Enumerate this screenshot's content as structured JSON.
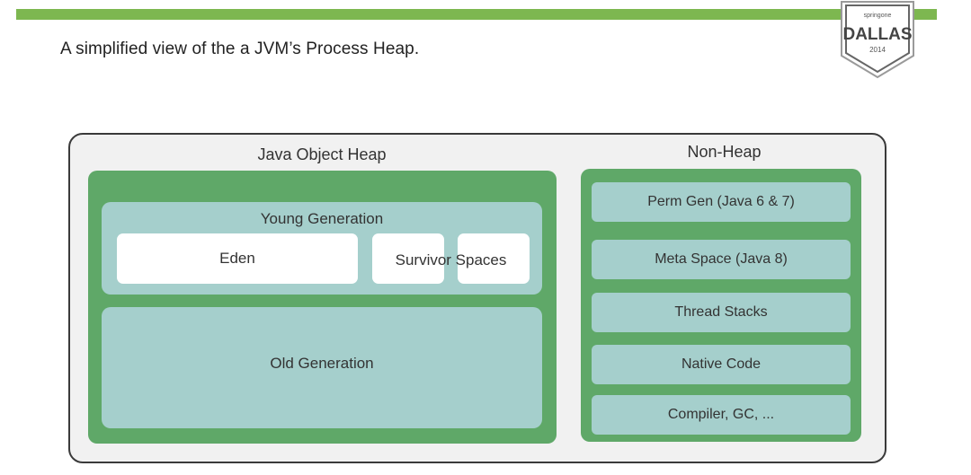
{
  "slide": {
    "title": "A simplified view of the a JVM’s Process Heap."
  },
  "badge": {
    "brand": "springone",
    "city": "DALLAS",
    "year": "2014"
  },
  "diagram": {
    "heap": {
      "title": "Java Object Heap",
      "young_generation": {
        "label": "Young Generation",
        "eden": "Eden",
        "survivor": "Survivor Spaces"
      },
      "old_generation": "Old Generation"
    },
    "non_heap": {
      "title": "Non-Heap",
      "items": [
        "Perm Gen (Java 6 & 7)",
        "Meta Space (Java 8)",
        "Thread Stacks",
        "Native Code",
        "Compiler, GC, ..."
      ]
    }
  },
  "colors": {
    "accent_green": "#7db750",
    "panel_green": "#5fa868",
    "teal": "#a5cfcc",
    "frame_border": "#3a3a3a"
  }
}
